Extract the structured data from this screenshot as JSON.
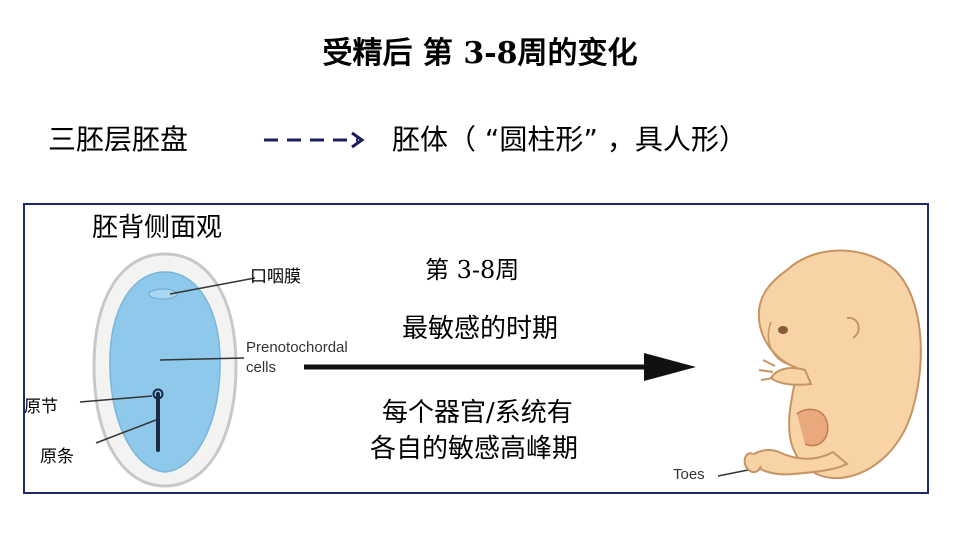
{
  "title": {
    "prefix": "受精后 第 ",
    "num": "3-8",
    "suffix": "周的变化"
  },
  "transition": {
    "from": "三胚层胚盘",
    "to": "胚体（ “圆柱形” ，具人形）",
    "arrow_color": "#1a1f5c"
  },
  "panel": {
    "title": "胚背侧面观",
    "border_color": "#1f2a6b",
    "embryo": {
      "fill_color": "#8ec8eb",
      "labels": {
        "oropharyngeal": "口咽膜",
        "prenotochordal": "Prenotochordal\ncells",
        "primitive_node": "原节",
        "primitive_streak": "原条"
      }
    },
    "timeline": {
      "week": "第 3-8周",
      "sensitive": "最敏感的时期",
      "organ_line1": "每个器官/系统有",
      "organ_line2": "各自的敏感高峰期"
    },
    "fetus": {
      "toes_label": "Toes",
      "fill_color": "#f7d3a6"
    }
  }
}
